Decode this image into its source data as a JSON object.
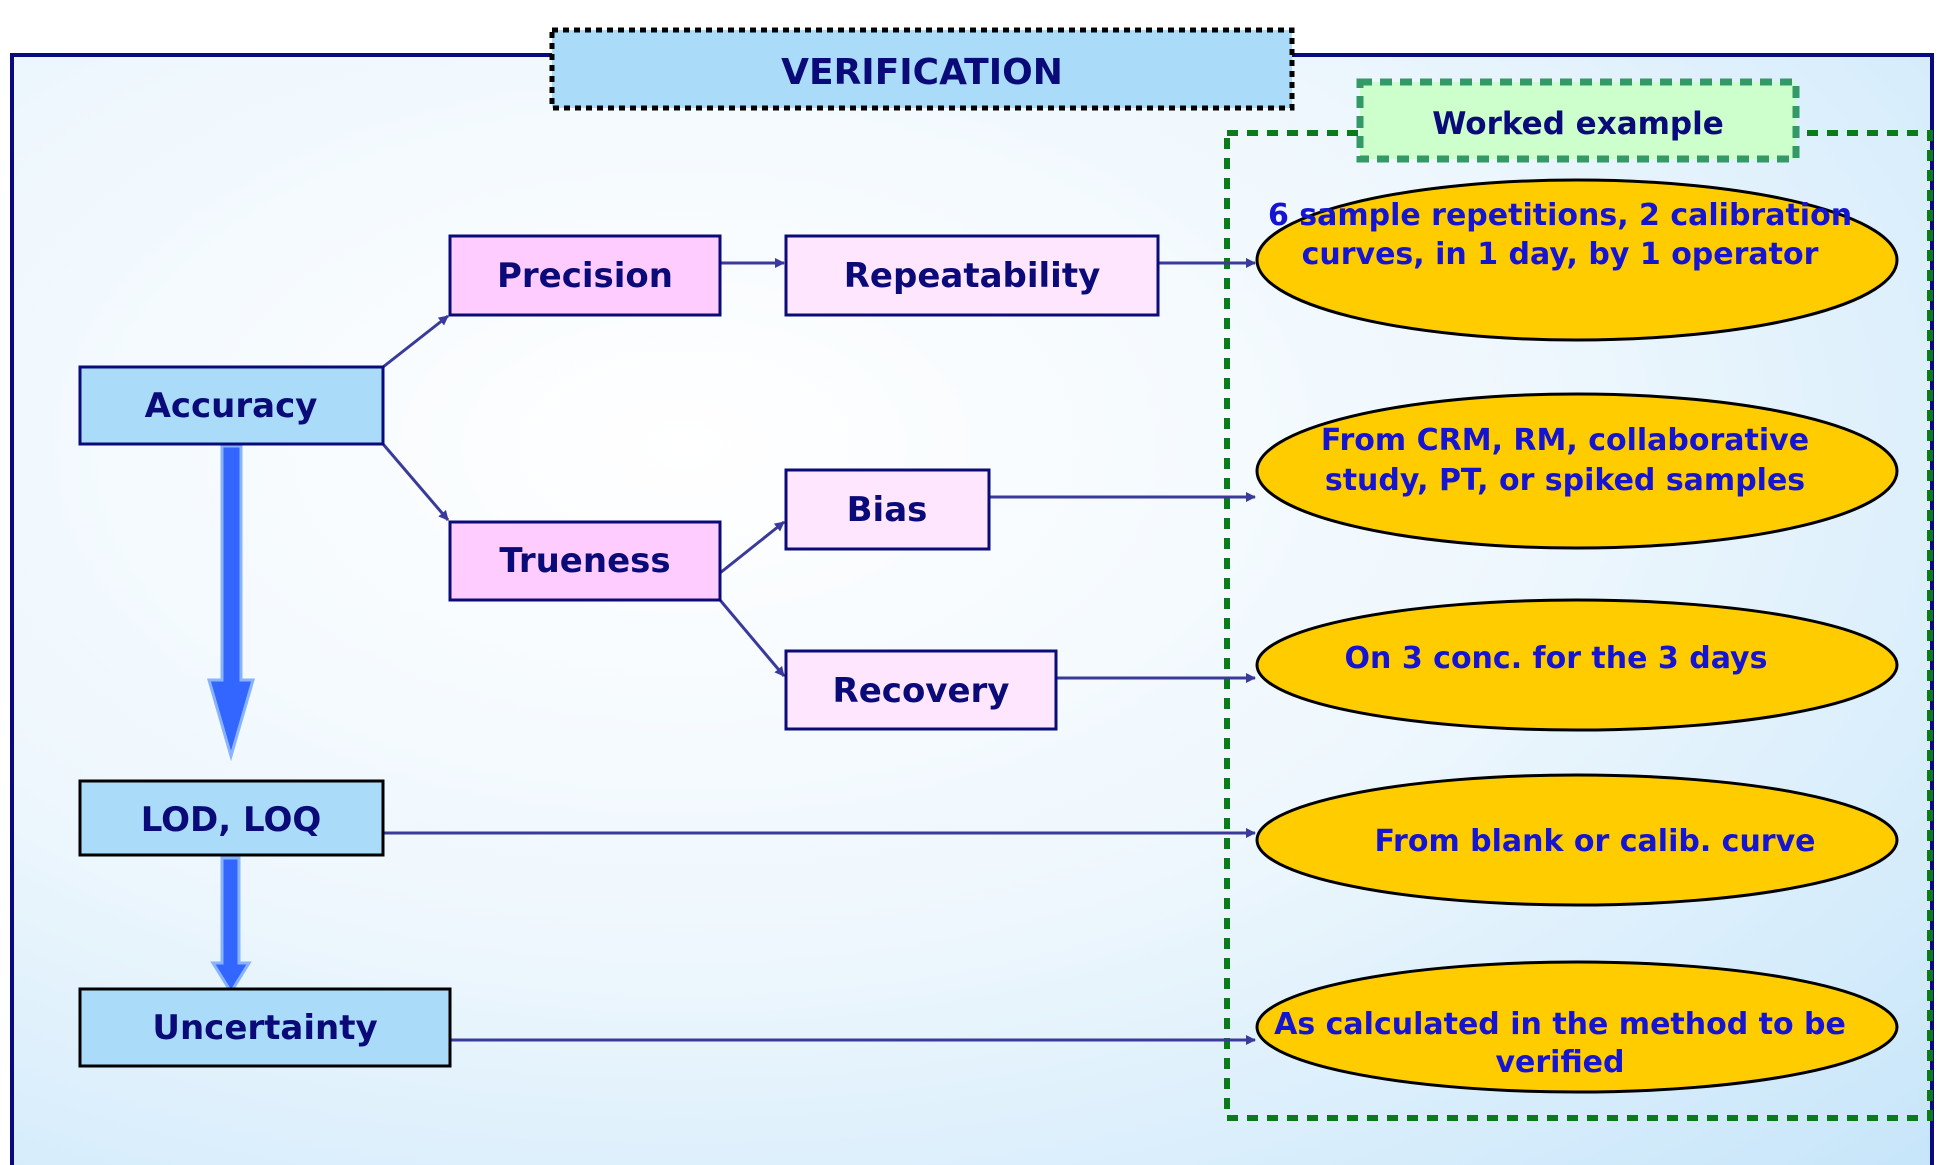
{
  "title": "VERIFICATION",
  "worked_example_label": "Worked example",
  "nodes": {
    "accuracy": "Accuracy",
    "precision": "Precision",
    "trueness": "Trueness",
    "repeatability": "Repeatability",
    "bias": "Bias",
    "recovery": "Recovery",
    "lod_loq": "LOD, LOQ",
    "uncertainty": "Uncertainty"
  },
  "examples": [
    {
      "for": "Repeatability",
      "lines": [
        "6 sample repetitions, 2 calibration",
        "curves, in 1 day, by 1 operator"
      ]
    },
    {
      "for": "Bias",
      "lines": [
        "From CRM, RM, collaborative",
        "study, PT, or spiked samples"
      ]
    },
    {
      "for": "Recovery",
      "lines": [
        "On 3 conc. for the 3 days"
      ]
    },
    {
      "for": "LOD, LOQ",
      "lines": [
        "From blank or calib. curve"
      ]
    },
    {
      "for": "Uncertainty",
      "lines": [
        "As calculated in the method to be",
        "verified"
      ]
    }
  ],
  "colors": {
    "frame": "#0a0a80",
    "title_fill": "#aadcfa",
    "blue_node_fill": "#aadcfa",
    "pink_node_fill": "#ffccff",
    "light_pink_node_fill": "#ffe6ff",
    "ellipse_fill": "#ffcc00",
    "arrow": "#3a3a9a",
    "thick_arrow": "#3366ff",
    "green_frame": "#0a7a1a",
    "worked_fill": "#ccffcc"
  }
}
